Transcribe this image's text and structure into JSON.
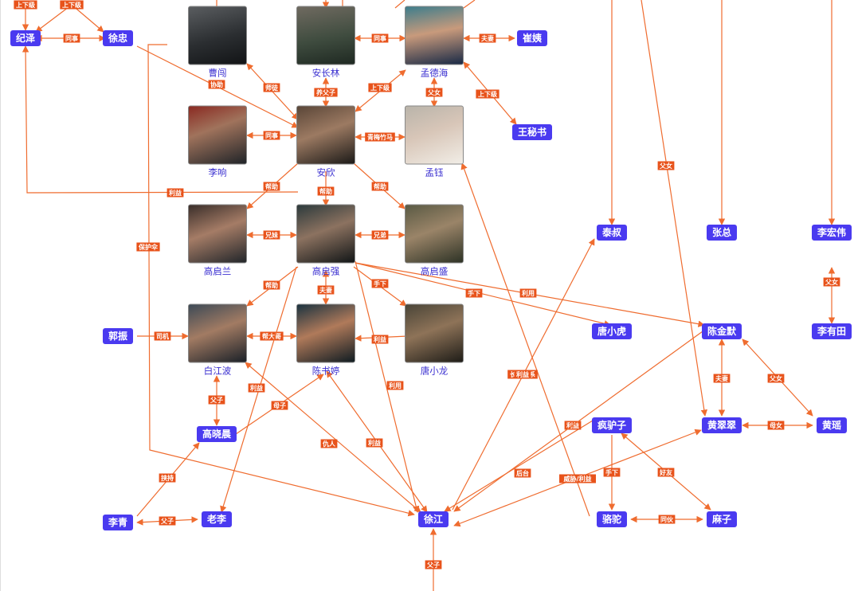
{
  "colors": {
    "node_bg": "#4a3af0",
    "node_text": "#ffffff",
    "edge": "#ef6c2f",
    "label_bg": "#e8531b",
    "caption": "#3a2fd0"
  },
  "nodes": {
    "jize": {
      "label": "纪泽"
    },
    "xuzhong": {
      "label": "徐忠"
    },
    "caochuang": {
      "label": "曹闯",
      "avatar": "photo"
    },
    "anchanglin": {
      "label": "安长林",
      "avatar": "photo"
    },
    "mengdehai": {
      "label": "孟德海",
      "avatar": "photo"
    },
    "cuiyi": {
      "label": "崔姨"
    },
    "wangmishu": {
      "label": "王秘书"
    },
    "lixiang": {
      "label": "李响",
      "avatar": "photo"
    },
    "anxin": {
      "label": "安欣",
      "avatar": "photo"
    },
    "mengyu": {
      "label": "孟钰",
      "avatar": "photo"
    },
    "gaoqilan": {
      "label": "高启兰",
      "avatar": "photo"
    },
    "gaoqiqiang": {
      "label": "高启强",
      "avatar": "photo"
    },
    "gaoqisheng": {
      "label": "高启盛",
      "avatar": "photo"
    },
    "taishu": {
      "label": "泰叔"
    },
    "zhangzong": {
      "label": "张总"
    },
    "lihongwei": {
      "label": "李宏伟"
    },
    "guozhen": {
      "label": "郭振"
    },
    "baijiangbo": {
      "label": "白江波",
      "avatar": "photo"
    },
    "chenshuting": {
      "label": "陈书婷",
      "avatar": "photo"
    },
    "tangxiaolong": {
      "label": "唐小龙",
      "avatar": "photo"
    },
    "tangxiaohu": {
      "label": "唐小虎"
    },
    "chenjinmo": {
      "label": "陈金默"
    },
    "liyoutian": {
      "label": "李有田"
    },
    "gaoxiaochen": {
      "label": "高晓晨"
    },
    "fenglvzi": {
      "label": "疯驴子"
    },
    "huangcuicui": {
      "label": "黄翠翠"
    },
    "huangyao": {
      "label": "黄瑶"
    },
    "liqing": {
      "label": "李青"
    },
    "laoli": {
      "label": "老李"
    },
    "xujiang": {
      "label": "徐江"
    },
    "luotuo": {
      "label": "骆驼"
    },
    "mazi": {
      "label": "麻子"
    }
  },
  "edges": [
    {
      "label": "上下级"
    },
    {
      "label": "上下级"
    },
    {
      "label": "上下级"
    },
    {
      "label": "同事"
    },
    {
      "label": "同事"
    },
    {
      "label": "夫妻"
    },
    {
      "label": "上下级"
    },
    {
      "label": "协助"
    },
    {
      "label": "师徒"
    },
    {
      "label": "养父子"
    },
    {
      "label": "上下级"
    },
    {
      "label": "父女"
    },
    {
      "label": "同事"
    },
    {
      "label": "青梅竹马"
    },
    {
      "label": "利益"
    },
    {
      "label": "帮助"
    },
    {
      "label": "帮助"
    },
    {
      "label": "帮助"
    },
    {
      "label": "兄妹"
    },
    {
      "label": "兄弟"
    },
    {
      "label": "帮助"
    },
    {
      "label": "夫妻"
    },
    {
      "label": "手下"
    },
    {
      "label": "手下"
    },
    {
      "label": "利用"
    },
    {
      "label": "司机"
    },
    {
      "label": "帮大哥"
    },
    {
      "label": "利益"
    },
    {
      "label": "父子"
    },
    {
      "label": "利用"
    },
    {
      "label": "母子"
    },
    {
      "label": "仇人"
    },
    {
      "label": "利益"
    },
    {
      "label": "利益"
    },
    {
      "label": "父女"
    },
    {
      "label": "父女"
    },
    {
      "label": "夫妻"
    },
    {
      "label": "父女"
    },
    {
      "label": "母女"
    },
    {
      "label": "利益"
    },
    {
      "label": "后台"
    },
    {
      "label": "长辈关系"
    },
    {
      "label": "威胁/利益"
    },
    {
      "label": "手下"
    },
    {
      "label": "好友"
    },
    {
      "label": "同伙"
    },
    {
      "label": "利益"
    },
    {
      "label": "挟持"
    },
    {
      "label": "父子"
    },
    {
      "label": "父子"
    },
    {
      "label": "保护伞"
    }
  ]
}
